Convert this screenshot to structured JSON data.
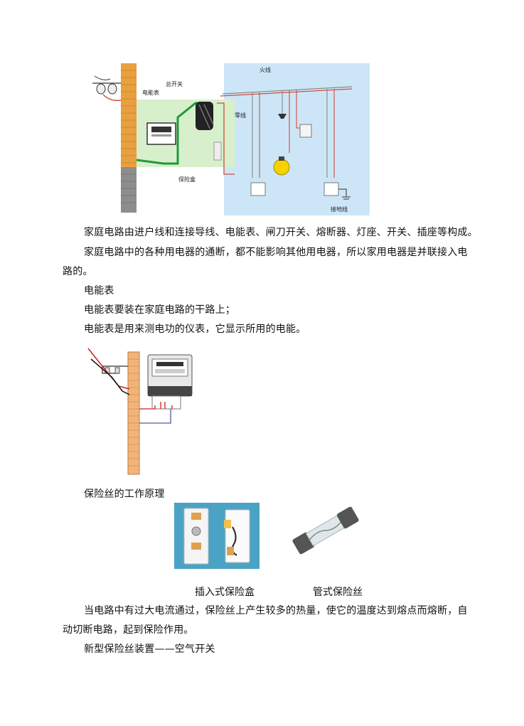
{
  "figure1": {
    "labels": {
      "live_wire": "火线",
      "main_switch": "总开关",
      "meter": "电能表",
      "neutral_wire": "零线",
      "fuse_box": "保险盒",
      "ground_wire": "接地线"
    }
  },
  "paragraphs": {
    "p1": "家庭电路由进户线和连接导线、电能表、闸刀开关、熔断器、灯座、开关、插座等构成。",
    "p2_line1": "家庭电路中的各种用电器的通断，都不能影响其他用电器，所以家用电器是并联接入电",
    "p2_line2": "路的。",
    "heading_meter": "电能表",
    "p3": "电能表要装在家庭电路的干路上；",
    "p4": "电能表是用来测电功的仪表，它显示所用的电能。",
    "heading_fuse": "保险丝的工作原理",
    "p5_line1": "当电路中有过大电流通过，保险丝上产生较多的热量，使它的温度达到熔点而熔断，自",
    "p5_line2": "动切断电路，起到保险作用。",
    "heading_breaker": "新型保险丝装置——空气开关"
  },
  "captions": {
    "plug_fuse": "插入式保险盒",
    "tube_fuse": "管式保险丝"
  },
  "colors": {
    "wall": "#e8a040",
    "blue_panel": "#cde6f7",
    "green_panel": "#d8efcc",
    "wire_green": "#1f9a3a",
    "wire_red": "#d24a3a"
  }
}
